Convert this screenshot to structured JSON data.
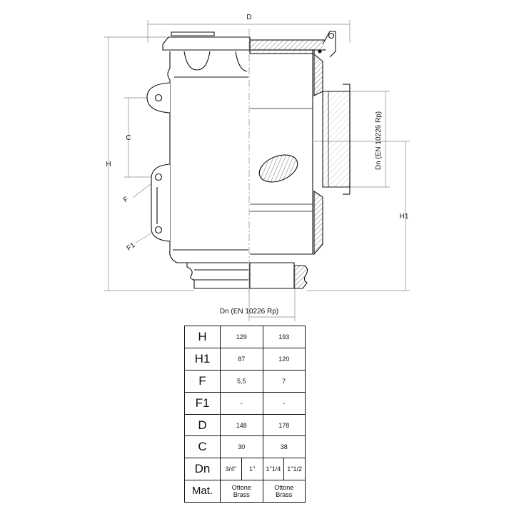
{
  "drawing": {
    "dimension_labels": {
      "D": "D",
      "H": "H",
      "H1": "H1",
      "C": "C",
      "F": "F",
      "F1": "F1",
      "dn_right": "Dn (EN 10226 Rp)",
      "dn_bottom": "Dn (EN 10226 Rp)"
    }
  },
  "table": {
    "rows": [
      {
        "key": "H",
        "values": [
          "129",
          "193"
        ]
      },
      {
        "key": "H1",
        "values": [
          "87",
          "120"
        ]
      },
      {
        "key": "F",
        "values": [
          "5,5",
          "7"
        ]
      },
      {
        "key": "F1",
        "values": [
          "-",
          "-"
        ]
      },
      {
        "key": "D",
        "values": [
          "148",
          "178"
        ]
      },
      {
        "key": "C",
        "values": [
          "30",
          "38"
        ]
      },
      {
        "key": "Dn",
        "values": [
          "3/4\"",
          "1\"",
          "1\"1/4",
          "1\"1/2"
        ]
      },
      {
        "key": "Mat.",
        "values": [
          [
            "Ottone",
            "Brass"
          ],
          [
            "Ottone",
            "Brass"
          ]
        ]
      }
    ]
  }
}
